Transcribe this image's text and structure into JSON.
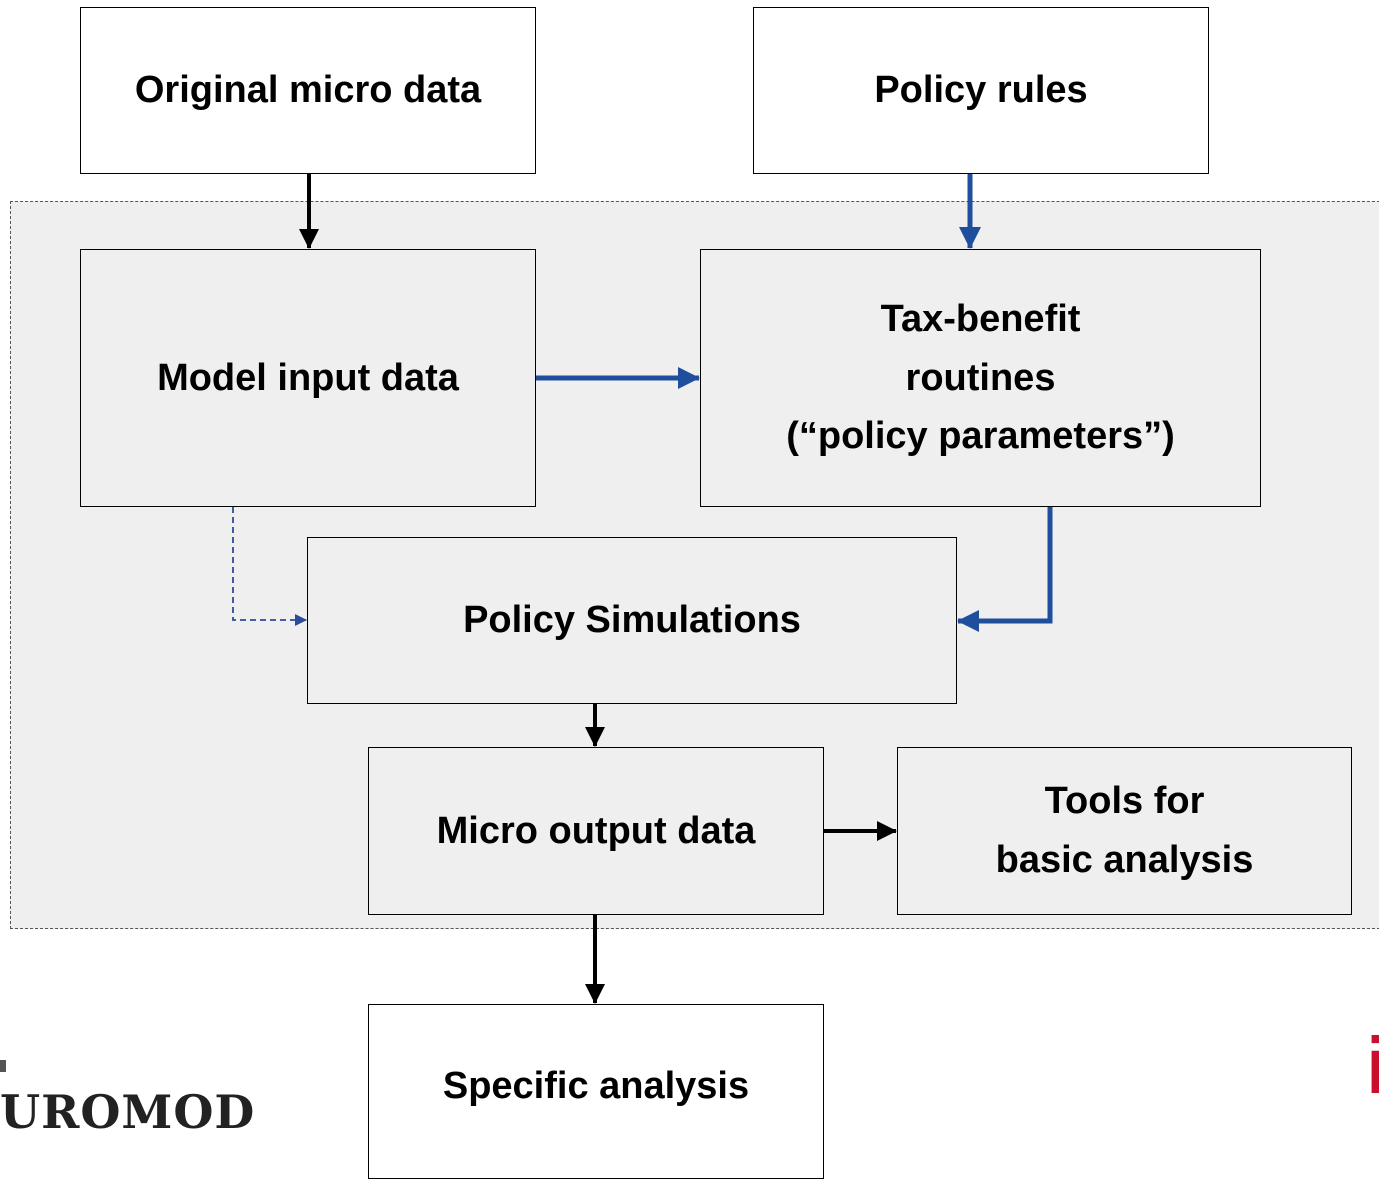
{
  "boxes": {
    "original_micro_data": "Original micro data",
    "policy_rules": "Policy rules",
    "model_input_data": "Model input data",
    "tax_benefit_line1": "Tax-benefit",
    "tax_benefit_line2": "routines",
    "tax_benefit_line3": "(“policy parameters”)",
    "policy_simulations": "Policy Simulations",
    "micro_output_data": "Micro output data",
    "tools_line1": "Tools for",
    "tools_line2": "basic analysis",
    "specific_analysis": "Specific analysis"
  },
  "logos": {
    "euromod_partial": "UROMOD",
    "right_partial": "i"
  },
  "colors": {
    "black_arrow": "#000000",
    "blue_arrow": "#1f4e9c",
    "dashed_arrow": "#2e4b9a",
    "accent_red": "#c8102e"
  }
}
